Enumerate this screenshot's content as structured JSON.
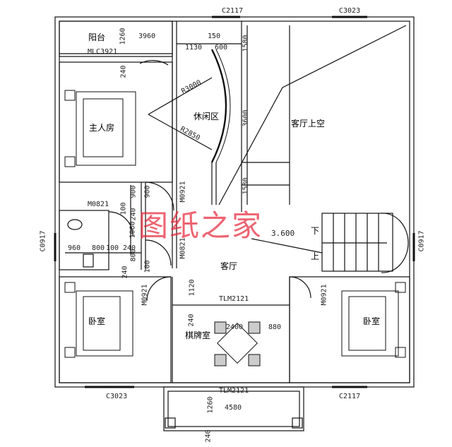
{
  "rooms": {
    "balcony": "阳台",
    "master_bedroom": "主人房",
    "leisure_area": "休闲区",
    "living_room_void": "客厅上空",
    "living_room": "客厅",
    "bedroom_left": "卧室",
    "bedroom_right": "卧室",
    "chess_room": "棋牌室"
  },
  "stairs": {
    "down": "下",
    "up": "上",
    "elevation": "3.600"
  },
  "openings": {
    "c2117_top": "C2117",
    "c3023_top": "C3023",
    "c3023_bottom": "C3023",
    "c2117_bottom": "C2117",
    "mlc3921": "MLC3921",
    "m0821_a": "M0821",
    "m0821_b": "M0821",
    "m0921_a": "M0921",
    "m0921_b": "M0921",
    "m0921_c": "M0921",
    "c0917_left": "C0917",
    "c0917_right": "C0917",
    "tlm2121_a": "TLM2121",
    "tlm2121_b": "TLM2121"
  },
  "radii": {
    "r1": "R3000",
    "r2": "R2850"
  },
  "dims": {
    "d1260a": "1260",
    "d3960": "3960",
    "d240a": "240",
    "d1130": "1130",
    "d600": "600",
    "d150": "150",
    "d1580a": "1580",
    "d3600": "3600",
    "d1580b": "1580",
    "d900a": "900",
    "d100a": "100",
    "d240b": "240",
    "d1060": "1060",
    "d900b": "900",
    "d960": "960",
    "d800a": "800",
    "d100b": "100",
    "d240c": "240",
    "d800b": "800",
    "d100c": "100",
    "d240d": "240",
    "d1120": "1120",
    "d240e": "240",
    "d2400": "2400",
    "d880": "880",
    "d1260b": "1260",
    "d4580": "4580",
    "d240f": "240"
  },
  "watermark": "图纸之家",
  "colors": {
    "line": "#111111",
    "watermark": "#e6283c"
  }
}
